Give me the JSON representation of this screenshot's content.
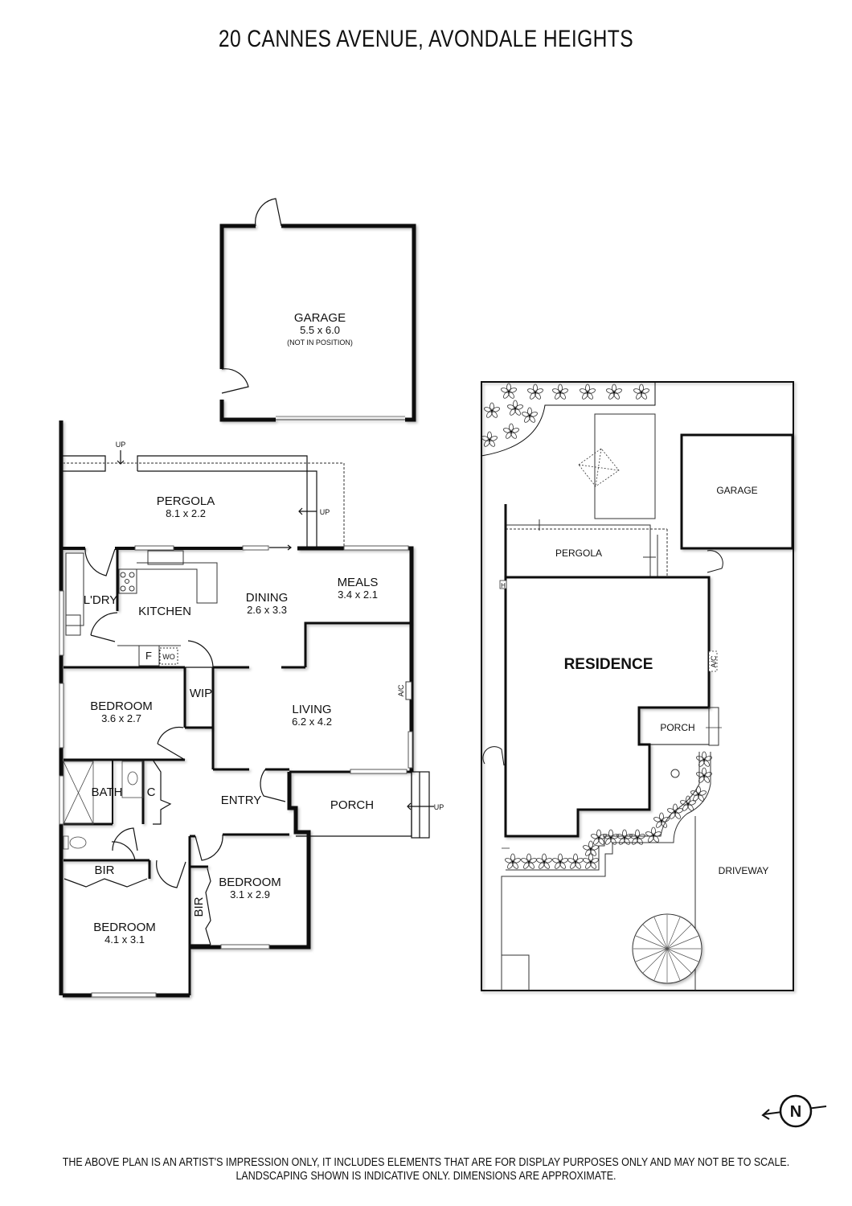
{
  "title": "20 CANNES AVENUE, AVONDALE HEIGHTS",
  "floor_plan": {
    "rooms": [
      {
        "name": "GARAGE",
        "dims": "5.5 x 6.0",
        "note": "(NOT IN POSITION)"
      },
      {
        "name": "PERGOLA",
        "dims": "8.1 x 2.2"
      },
      {
        "name": "L'DRY"
      },
      {
        "name": "KITCHEN"
      },
      {
        "name": "DINING",
        "dims": "2.6 x 3.3"
      },
      {
        "name": "MEALS",
        "dims": "3.4 x 2.1"
      },
      {
        "name": "BEDROOM",
        "dims": "3.6 x 2.7"
      },
      {
        "name": "WIP"
      },
      {
        "name": "LIVING",
        "dims": "6.2 x 4.2"
      },
      {
        "name": "BATH"
      },
      {
        "name": "C"
      },
      {
        "name": "ENTRY"
      },
      {
        "name": "PORCH"
      },
      {
        "name": "BIR"
      },
      {
        "name": "BEDROOM",
        "dims": "3.1 x 2.9"
      },
      {
        "name": "BIR"
      },
      {
        "name": "BEDROOM",
        "dims": "4.1 x 3.1"
      }
    ],
    "annotations": {
      "up": "UP",
      "ac": "A/C",
      "fridge": "F",
      "wall_oven": "WO"
    }
  },
  "site_plan": {
    "labels": {
      "garage": "GARAGE",
      "pergola": "PERGOLA",
      "residence": "RESIDENCE",
      "porch": "PORCH",
      "driveway": "DRIVEWAY",
      "ac": "A/C",
      "h": "H"
    }
  },
  "compass": {
    "letter": "N"
  },
  "disclaimer": {
    "line1": "THE ABOVE PLAN IS AN ARTIST'S IMPRESSION ONLY, IT INCLUDES ELEMENTS THAT ARE FOR DISPLAY PURPOSES ONLY AND MAY NOT BE TO SCALE.",
    "line2": "LANDSCAPING SHOWN IS INDICATIVE ONLY. DIMENSIONS ARE APPROXIMATE."
  }
}
